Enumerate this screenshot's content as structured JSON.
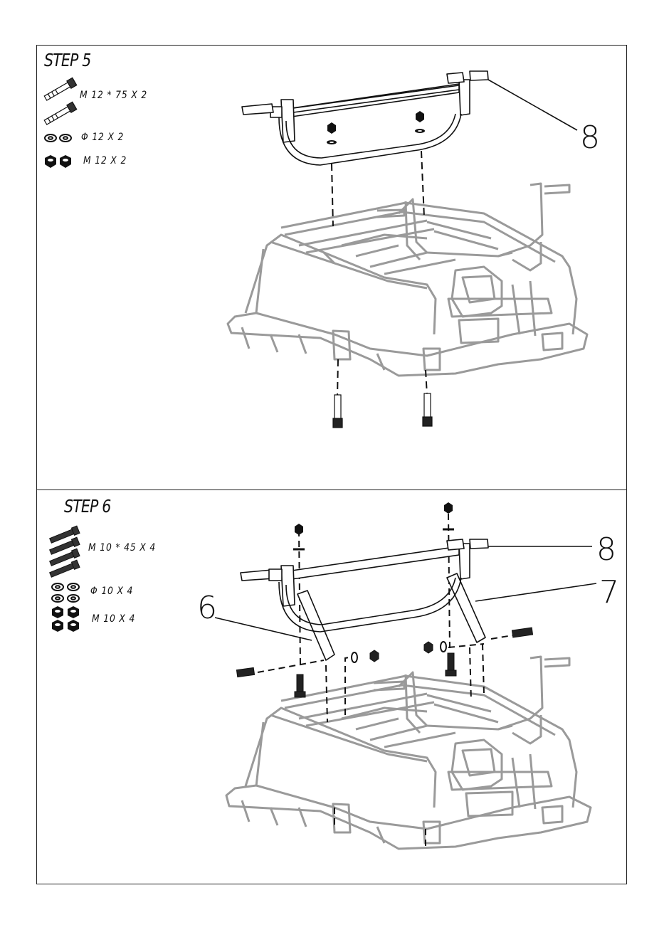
{
  "steps": [
    {
      "title": "STEP 5",
      "parts": [
        {
          "icon": "bolt-icon",
          "label": "M 12 * 75  X  2"
        },
        {
          "icon": "washer-icon",
          "label": "Φ 12  X  2"
        },
        {
          "icon": "nut-icon",
          "label": "M 12  X  2"
        }
      ],
      "callouts": [
        "8"
      ]
    },
    {
      "title": "STEP 6",
      "parts": [
        {
          "icon": "bolt-icon",
          "label": "M 10 * 45 X 4"
        },
        {
          "icon": "washer-icon",
          "label": "Φ  10  X 4"
        },
        {
          "icon": "nut-icon",
          "label": "M 10  X  4"
        }
      ],
      "callouts": [
        "8",
        "7",
        "6"
      ]
    }
  ],
  "colors": {
    "ink": "#111111",
    "ghost": "#9a9a9a",
    "paper": "#ffffff"
  }
}
